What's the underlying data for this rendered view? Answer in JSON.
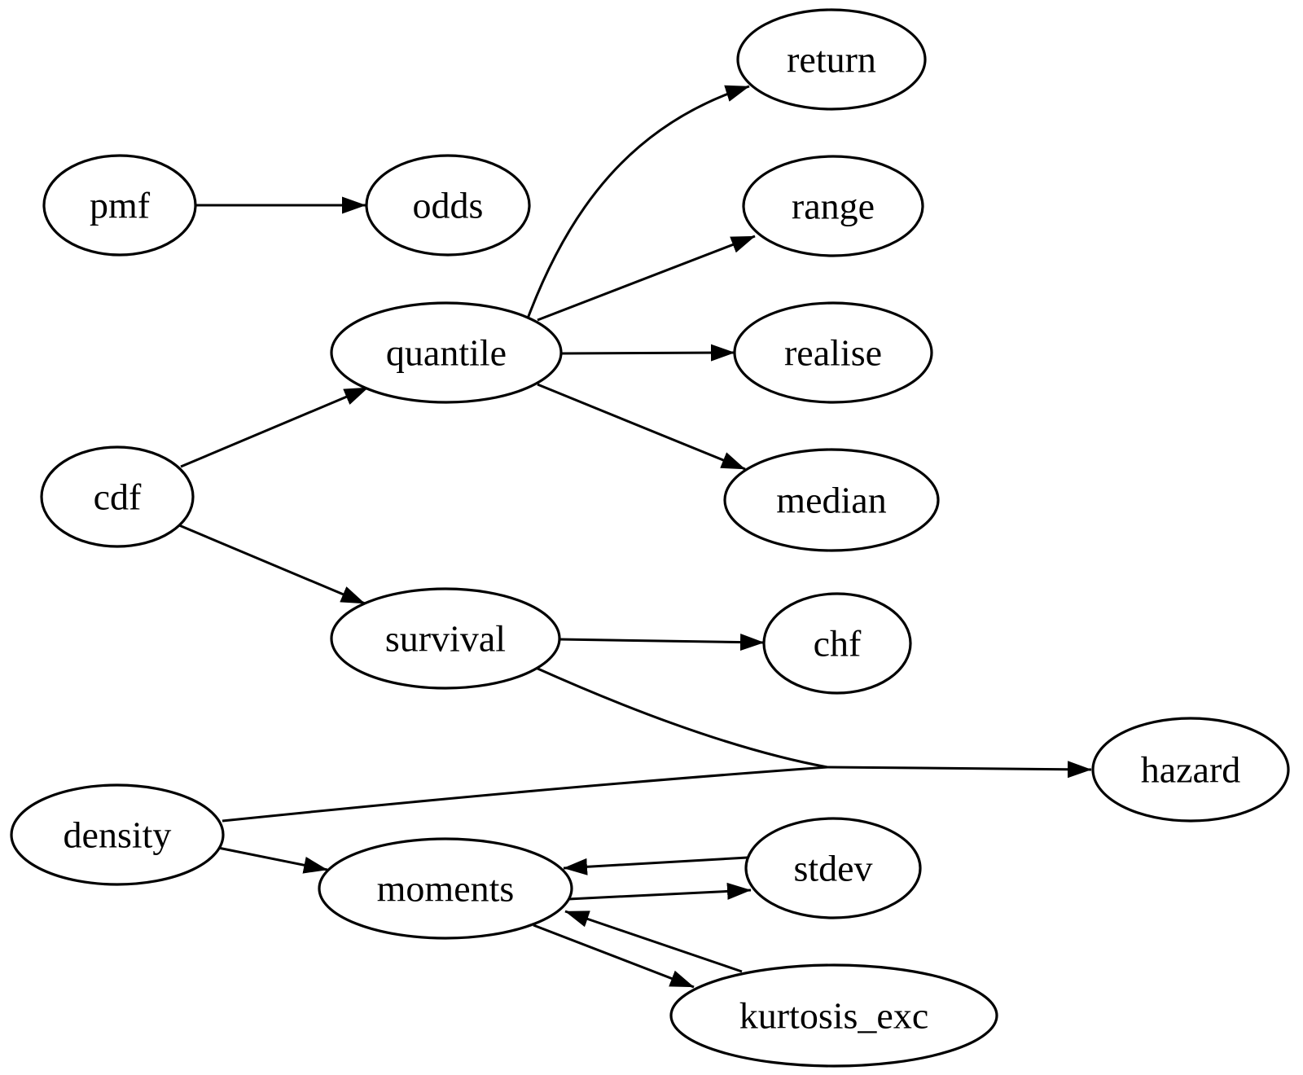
{
  "graph": {
    "type": "directed-graph",
    "nodes": [
      {
        "id": "pmf",
        "label": "pmf"
      },
      {
        "id": "odds",
        "label": "odds"
      },
      {
        "id": "return",
        "label": "return"
      },
      {
        "id": "range",
        "label": "range"
      },
      {
        "id": "quantile",
        "label": "quantile"
      },
      {
        "id": "realise",
        "label": "realise"
      },
      {
        "id": "cdf",
        "label": "cdf"
      },
      {
        "id": "median",
        "label": "median"
      },
      {
        "id": "survival",
        "label": "survival"
      },
      {
        "id": "chf",
        "label": "chf"
      },
      {
        "id": "hazard",
        "label": "hazard"
      },
      {
        "id": "density",
        "label": "density"
      },
      {
        "id": "moments",
        "label": "moments"
      },
      {
        "id": "stdev",
        "label": "stdev"
      },
      {
        "id": "kurtosis_exc",
        "label": "kurtosis_exc"
      }
    ],
    "edges": [
      {
        "from": "pmf",
        "to": "odds"
      },
      {
        "from": "cdf",
        "to": "quantile"
      },
      {
        "from": "cdf",
        "to": "survival"
      },
      {
        "from": "quantile",
        "to": "return"
      },
      {
        "from": "quantile",
        "to": "range"
      },
      {
        "from": "quantile",
        "to": "realise"
      },
      {
        "from": "quantile",
        "to": "median"
      },
      {
        "from": "survival",
        "to": "chf"
      },
      {
        "from": "survival",
        "to": "hazard"
      },
      {
        "from": "density",
        "to": "hazard"
      },
      {
        "from": "density",
        "to": "moments"
      },
      {
        "from": "moments",
        "to": "stdev"
      },
      {
        "from": "stdev",
        "to": "moments"
      },
      {
        "from": "moments",
        "to": "kurtosis_exc"
      },
      {
        "from": "kurtosis_exc",
        "to": "moments"
      }
    ],
    "colors": {
      "background": "#ffffff",
      "node_fill": "#ffffff",
      "node_stroke": "#000000",
      "edge_stroke": "#000000"
    }
  }
}
